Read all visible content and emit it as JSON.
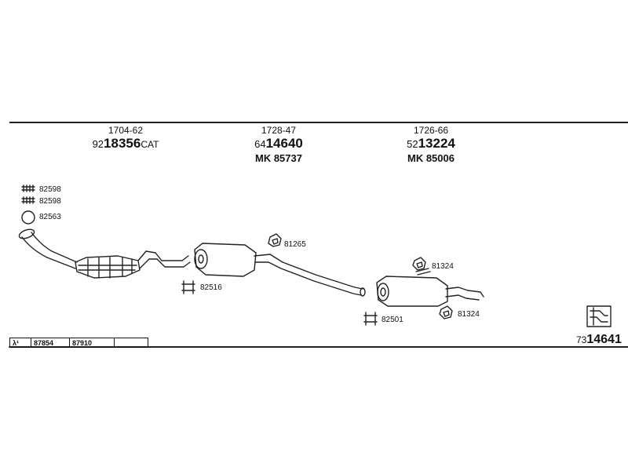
{
  "groups": [
    {
      "code": "1704-62",
      "part_prefix": "92",
      "part_main": "18356",
      "part_suffix": "CAT",
      "mk": ""
    },
    {
      "code": "1728-47",
      "part_prefix": "64",
      "part_main": "14640",
      "part_suffix": "",
      "mk": "MK 85737"
    },
    {
      "code": "1726-66",
      "part_prefix": "52",
      "part_main": "13224",
      "part_suffix": "",
      "mk": "MK 85006"
    }
  ],
  "part_labels": {
    "clamp_a": "82598",
    "clamp_b": "82598",
    "ring": "82563",
    "hanger_front": "82516",
    "gasket_mid": "81265",
    "gasket_rear_top": "81324",
    "hanger_rear": "82501",
    "gasket_rear_bottom": "81324"
  },
  "lambda_table": {
    "symbol": "λ¹",
    "cells": [
      "87854",
      "87910",
      ""
    ]
  },
  "reference": {
    "prefix": "73",
    "main": "14641"
  }
}
